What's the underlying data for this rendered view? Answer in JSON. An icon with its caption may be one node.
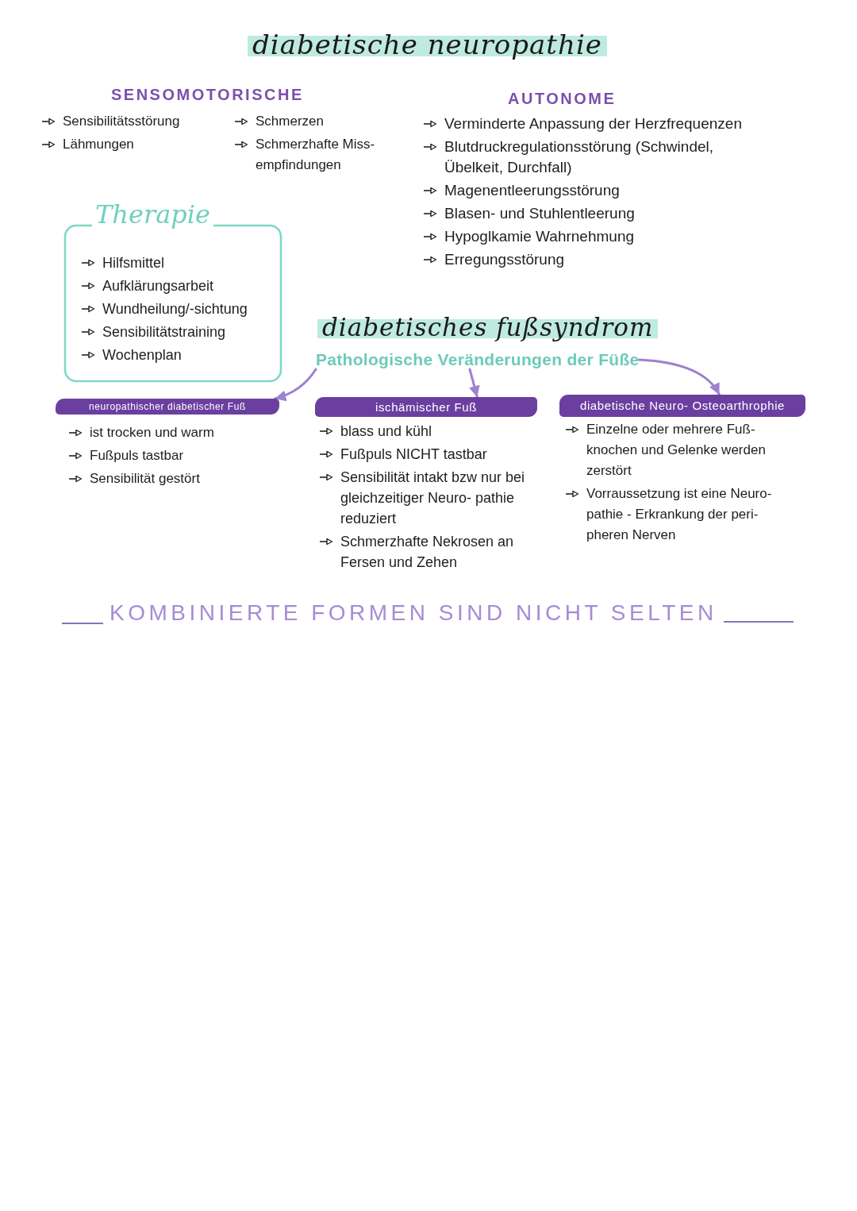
{
  "diagram": {
    "title": "diabetische neuropathie",
    "nodes": [
      {
        "text": [
          "Therapie",
          "Hilfsmittel",
          "Aufklärungsarbeit",
          "Wundheilung/-sichtung",
          "Sensibilitätstraining",
          "Wochenplan"
        ]
      },
      {
        "text": [
          "Pathologische Veränderungen der Füße"
        ]
      },
      {
        "text": [
          "neuropathischer diabetischer Fuß"
        ],
        "beside": [
          "ist trocken und warm",
          "Fußpuls tastbar",
          "Sensibilität gestört"
        ]
      },
      {
        "text": [
          "ischämischer Fuß"
        ],
        "beside": [
          "blass und kühl",
          "Fußpuls NICHT tastbar",
          "Sensibilität intakt bzw nur bei gleichzeitiger Neuro- pathie reduziert",
          "Schmerzhafte Nekrosen an Fersen und Zehen"
        ]
      },
      {
        "text": [
          "diabetische Neuro- Osteoarthrophie"
        ],
        "beside": [
          "Einzelne oder mehrere Fuß- knochen und Gelenke werden zerstört",
          "Vorraussetzung ist eine Neuro- pathie - Erkrankung der peri- pheren Nerven"
        ]
      }
    ],
    "edges": [
      {
        "from": 1,
        "to": 2,
        "arrow": "to"
      },
      {
        "from": 1,
        "to": 3,
        "arrow": "to"
      },
      {
        "from": 1,
        "to": 4,
        "arrow": "to"
      }
    ],
    "labels": [
      "SENSOMOTORISCHE",
      "Sensibilitätsstörung",
      "Lähmungen",
      "Schmerzen",
      "Schmerzhafte Miss- empfindungen",
      "AUTONOME",
      "Verminderte Anpassung der Herzfrequenzen",
      "Blutdruckregulationsstörung (Schwindel, Übelkeit, Durchfall)",
      "Magenentleerungsstörung",
      "Blasen- und Stuhlentleerung",
      "Hypoglkamie Wahrnehmung",
      "Erregungsstörung",
      "diabetisches fußsyndrom",
      "KOMBINIERTE FORMEN SIND NICHT SELTEN"
    ]
  }
}
